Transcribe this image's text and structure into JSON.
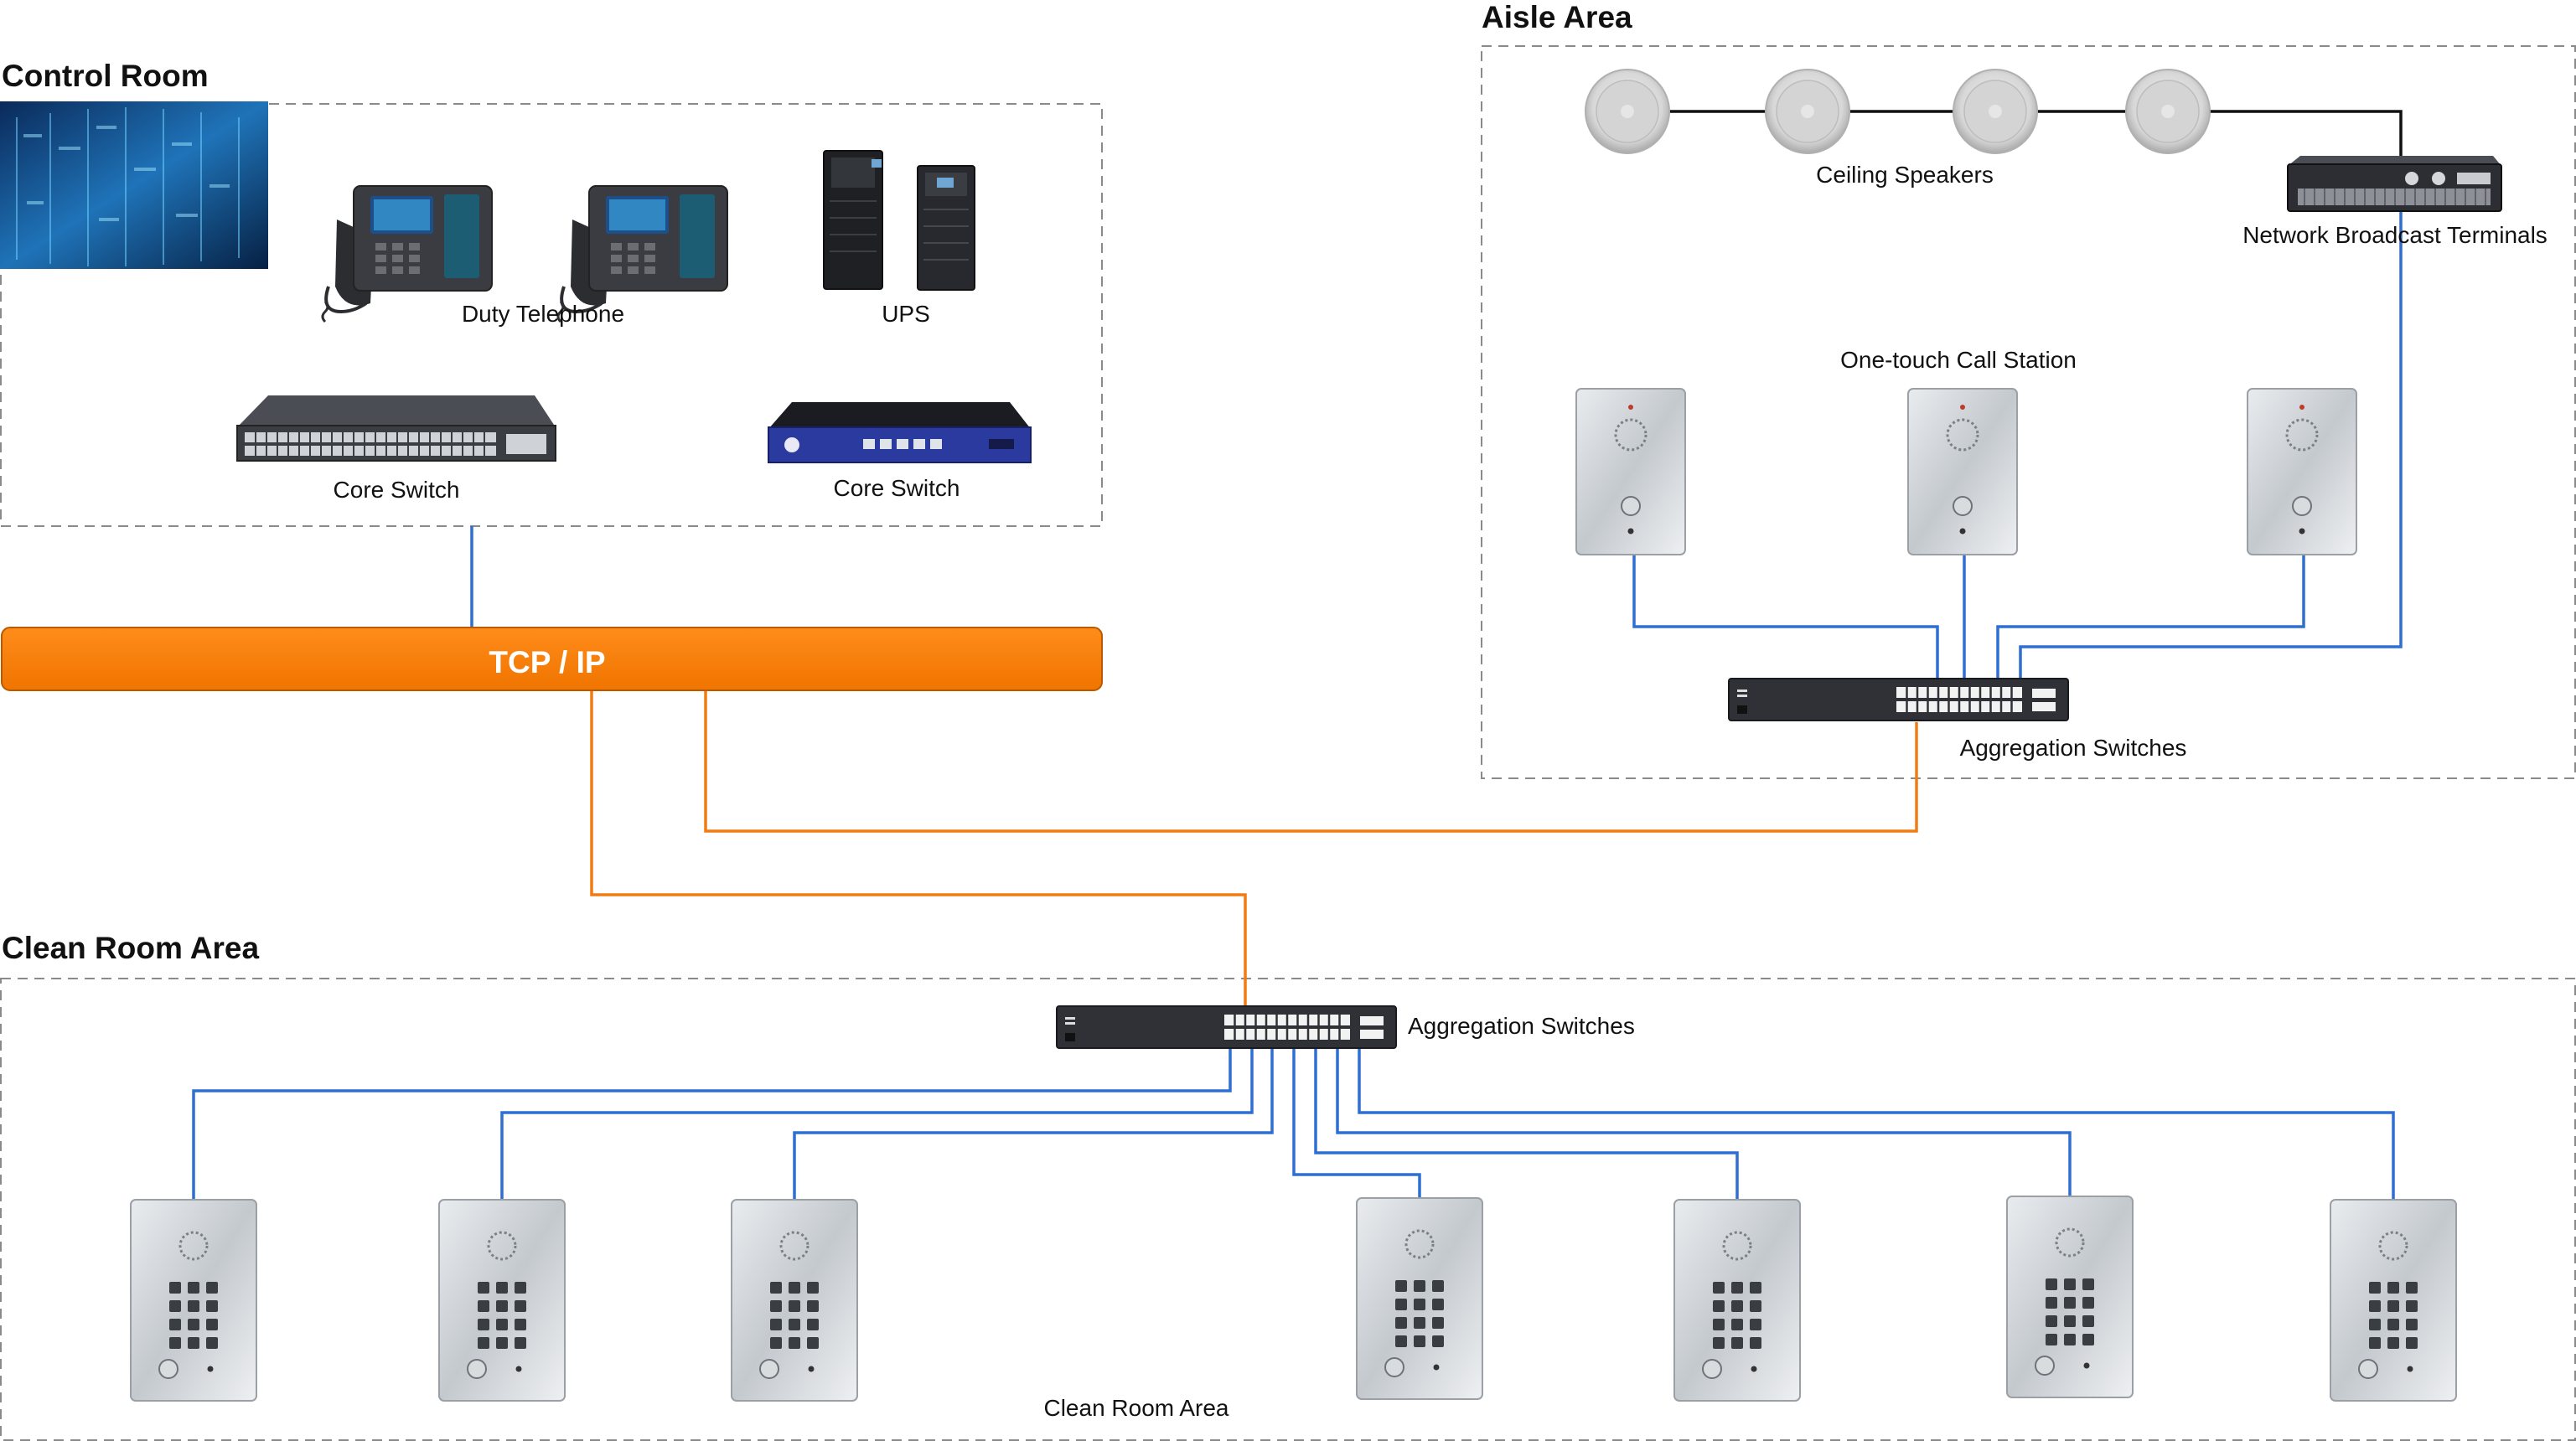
{
  "zones": {
    "control_room": "Control Room",
    "aisle_area": "Aisle Area",
    "clean_room": "Clean Room Area"
  },
  "labels": {
    "duty_telephone": "Duty Telephone",
    "ups": "UPS",
    "core_switch_1": "Core Switch",
    "core_switch_2": "Core Switch",
    "tcp_ip": "TCP / IP",
    "ceiling_speakers": "Ceiling Speakers",
    "network_broadcast": "Network Broadcast Terminals",
    "call_station": "One-touch Call Station",
    "aisle_agg_switch": "Aggregation Switches",
    "clean_agg_switch": "Aggregation Switches",
    "clean_room_caption": "Clean Room Area"
  },
  "colors": {
    "bus": "#f7830f",
    "lan_wire": "#2e6fd1",
    "uplink_wire": "#f07c12",
    "speaker_wire": "#111111"
  },
  "icons": {
    "server_room": "server-rack-photo-icon",
    "telephone": "ip-desk-phone-icon",
    "ups": "ups-cabinet-icon",
    "core_switch": "rack-switch-icon",
    "firewall": "network-appliance-icon",
    "speaker": "ceiling-speaker-icon",
    "broadcast": "broadcast-amplifier-icon",
    "call_station": "one-touch-call-station-icon",
    "keypad_phone": "keypad-intercom-icon",
    "agg_switch": "aggregation-switch-icon"
  }
}
